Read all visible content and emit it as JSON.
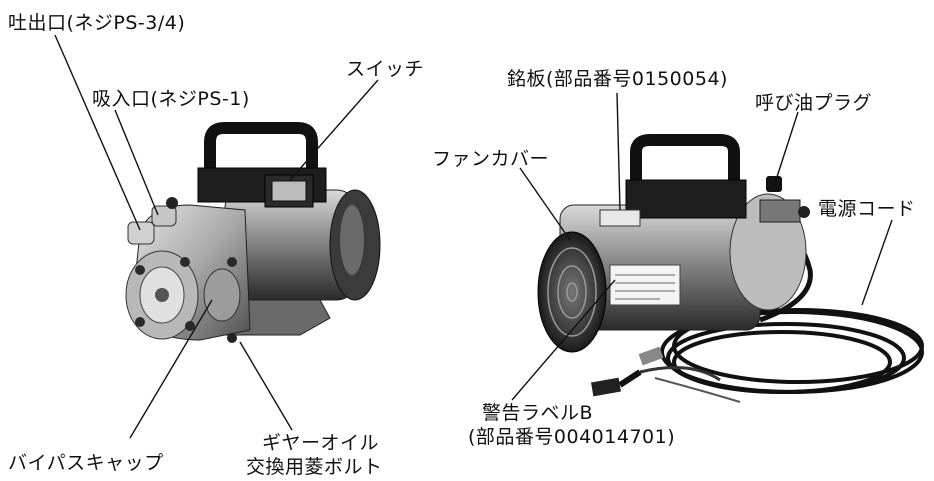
{
  "labels": {
    "outlet": "吐出口(ネジPS-3/4)",
    "inlet": "吸入口(ネジPS-1)",
    "switch": "スイッチ",
    "nameplate": "銘板(部品番号0150054)",
    "oil_plug": "呼び油プラグ",
    "fan_cover": "ファンカバー",
    "power_cord": "電源コード",
    "warning_label_line1": "警告ラベルB",
    "warning_label_line2": "(部品番号004014701)",
    "gear_oil_line1": "ギヤーオイル",
    "gear_oil_line2": "交換用菱ボルト",
    "bypass_cap": "バイパスキャップ"
  }
}
